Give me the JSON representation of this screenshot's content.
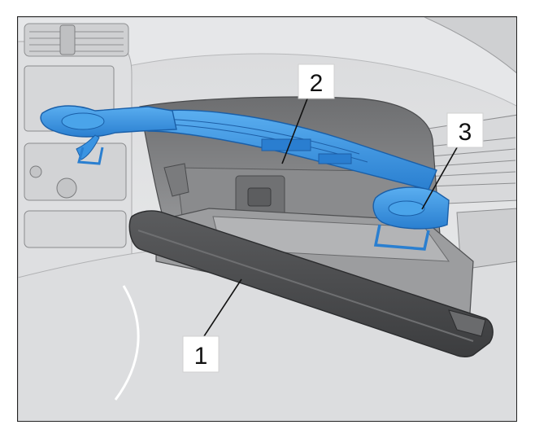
{
  "figure": {
    "callouts": [
      {
        "id": "c1",
        "label": "1",
        "part": "glove-box"
      },
      {
        "id": "c2",
        "label": "2",
        "part": "tool-bar"
      },
      {
        "id": "c3",
        "label": "3",
        "part": "tool-clamp"
      }
    ],
    "colors": {
      "tool": "#2e8fe0",
      "tool_dark": "#1a5fa8",
      "dash_light": "#e4e5e7",
      "dash_mid": "#c9cacc",
      "dash_dark": "#5a5a5c",
      "lid": "#4a4a4c"
    }
  }
}
